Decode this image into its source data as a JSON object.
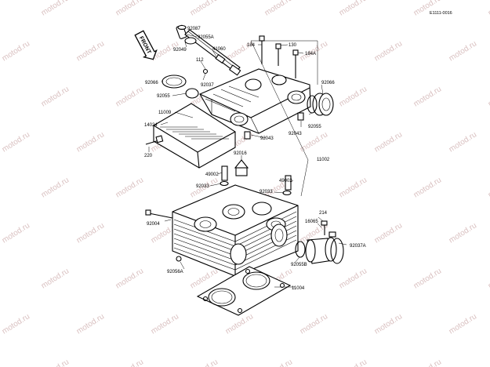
{
  "diagram": {
    "code": "E1111-0016",
    "front_label": "FRONT",
    "watermark": "motod.ru",
    "labels": {
      "p92087": "92087",
      "p92055A": "92055A",
      "p92049": "92049",
      "p41060": "41060",
      "p112": "112",
      "p92037": "92037",
      "p92066_left": "92066",
      "p92055_left": "92055",
      "p11009": "11009",
      "p14024": "14024",
      "p220": "220",
      "p184": "184",
      "p130": "130",
      "p184A": "184A",
      "p92066_right": "92066",
      "p92055_right": "92055",
      "p92043_a": "92043",
      "p92043_b": "92043",
      "p92016": "92016",
      "p11002": "11002",
      "p49002_left": "49002",
      "p92033_left": "92033",
      "p49002_right": "49002",
      "p92033_right": "92033",
      "p92004": "92004",
      "p214": "214",
      "p16065": "16065",
      "p92037A": "92037A",
      "p92055B": "92055B",
      "p92056A": "92056A",
      "p11004": "11004"
    }
  }
}
